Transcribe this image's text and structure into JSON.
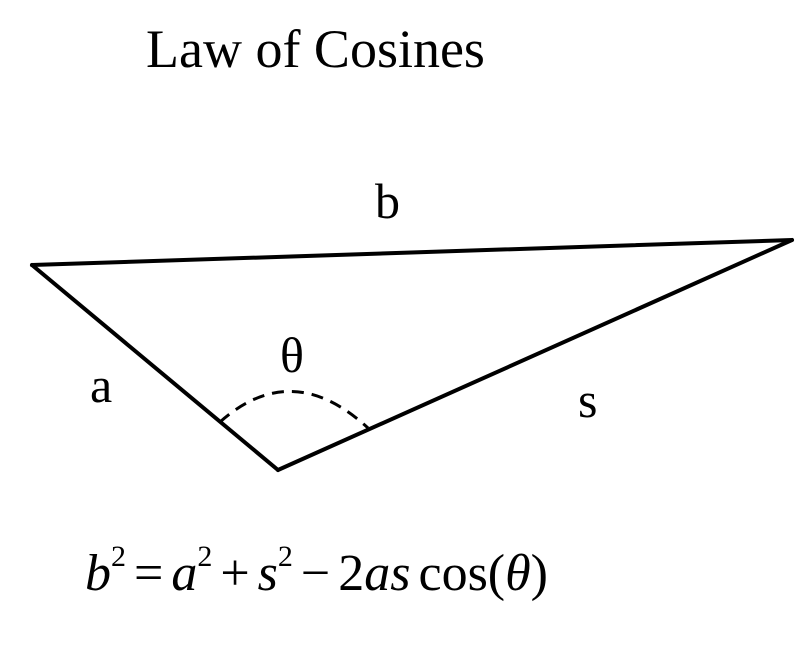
{
  "title": "Law of Cosines",
  "labels": {
    "b": "b",
    "theta": "θ",
    "a": "a",
    "s": "s"
  },
  "formula": {
    "lhs_var": "b",
    "lhs_exp": "2",
    "equals": "=",
    "term1_var": "a",
    "term1_exp": "2",
    "plus": "+",
    "term2_var": "s",
    "term2_exp": "2",
    "minus": "−",
    "coef": "2",
    "product_vars": "as",
    "func": "cos(",
    "arg": "θ",
    "close": ")"
  },
  "colors": {
    "stroke": "#000000",
    "background": "#ffffff"
  }
}
